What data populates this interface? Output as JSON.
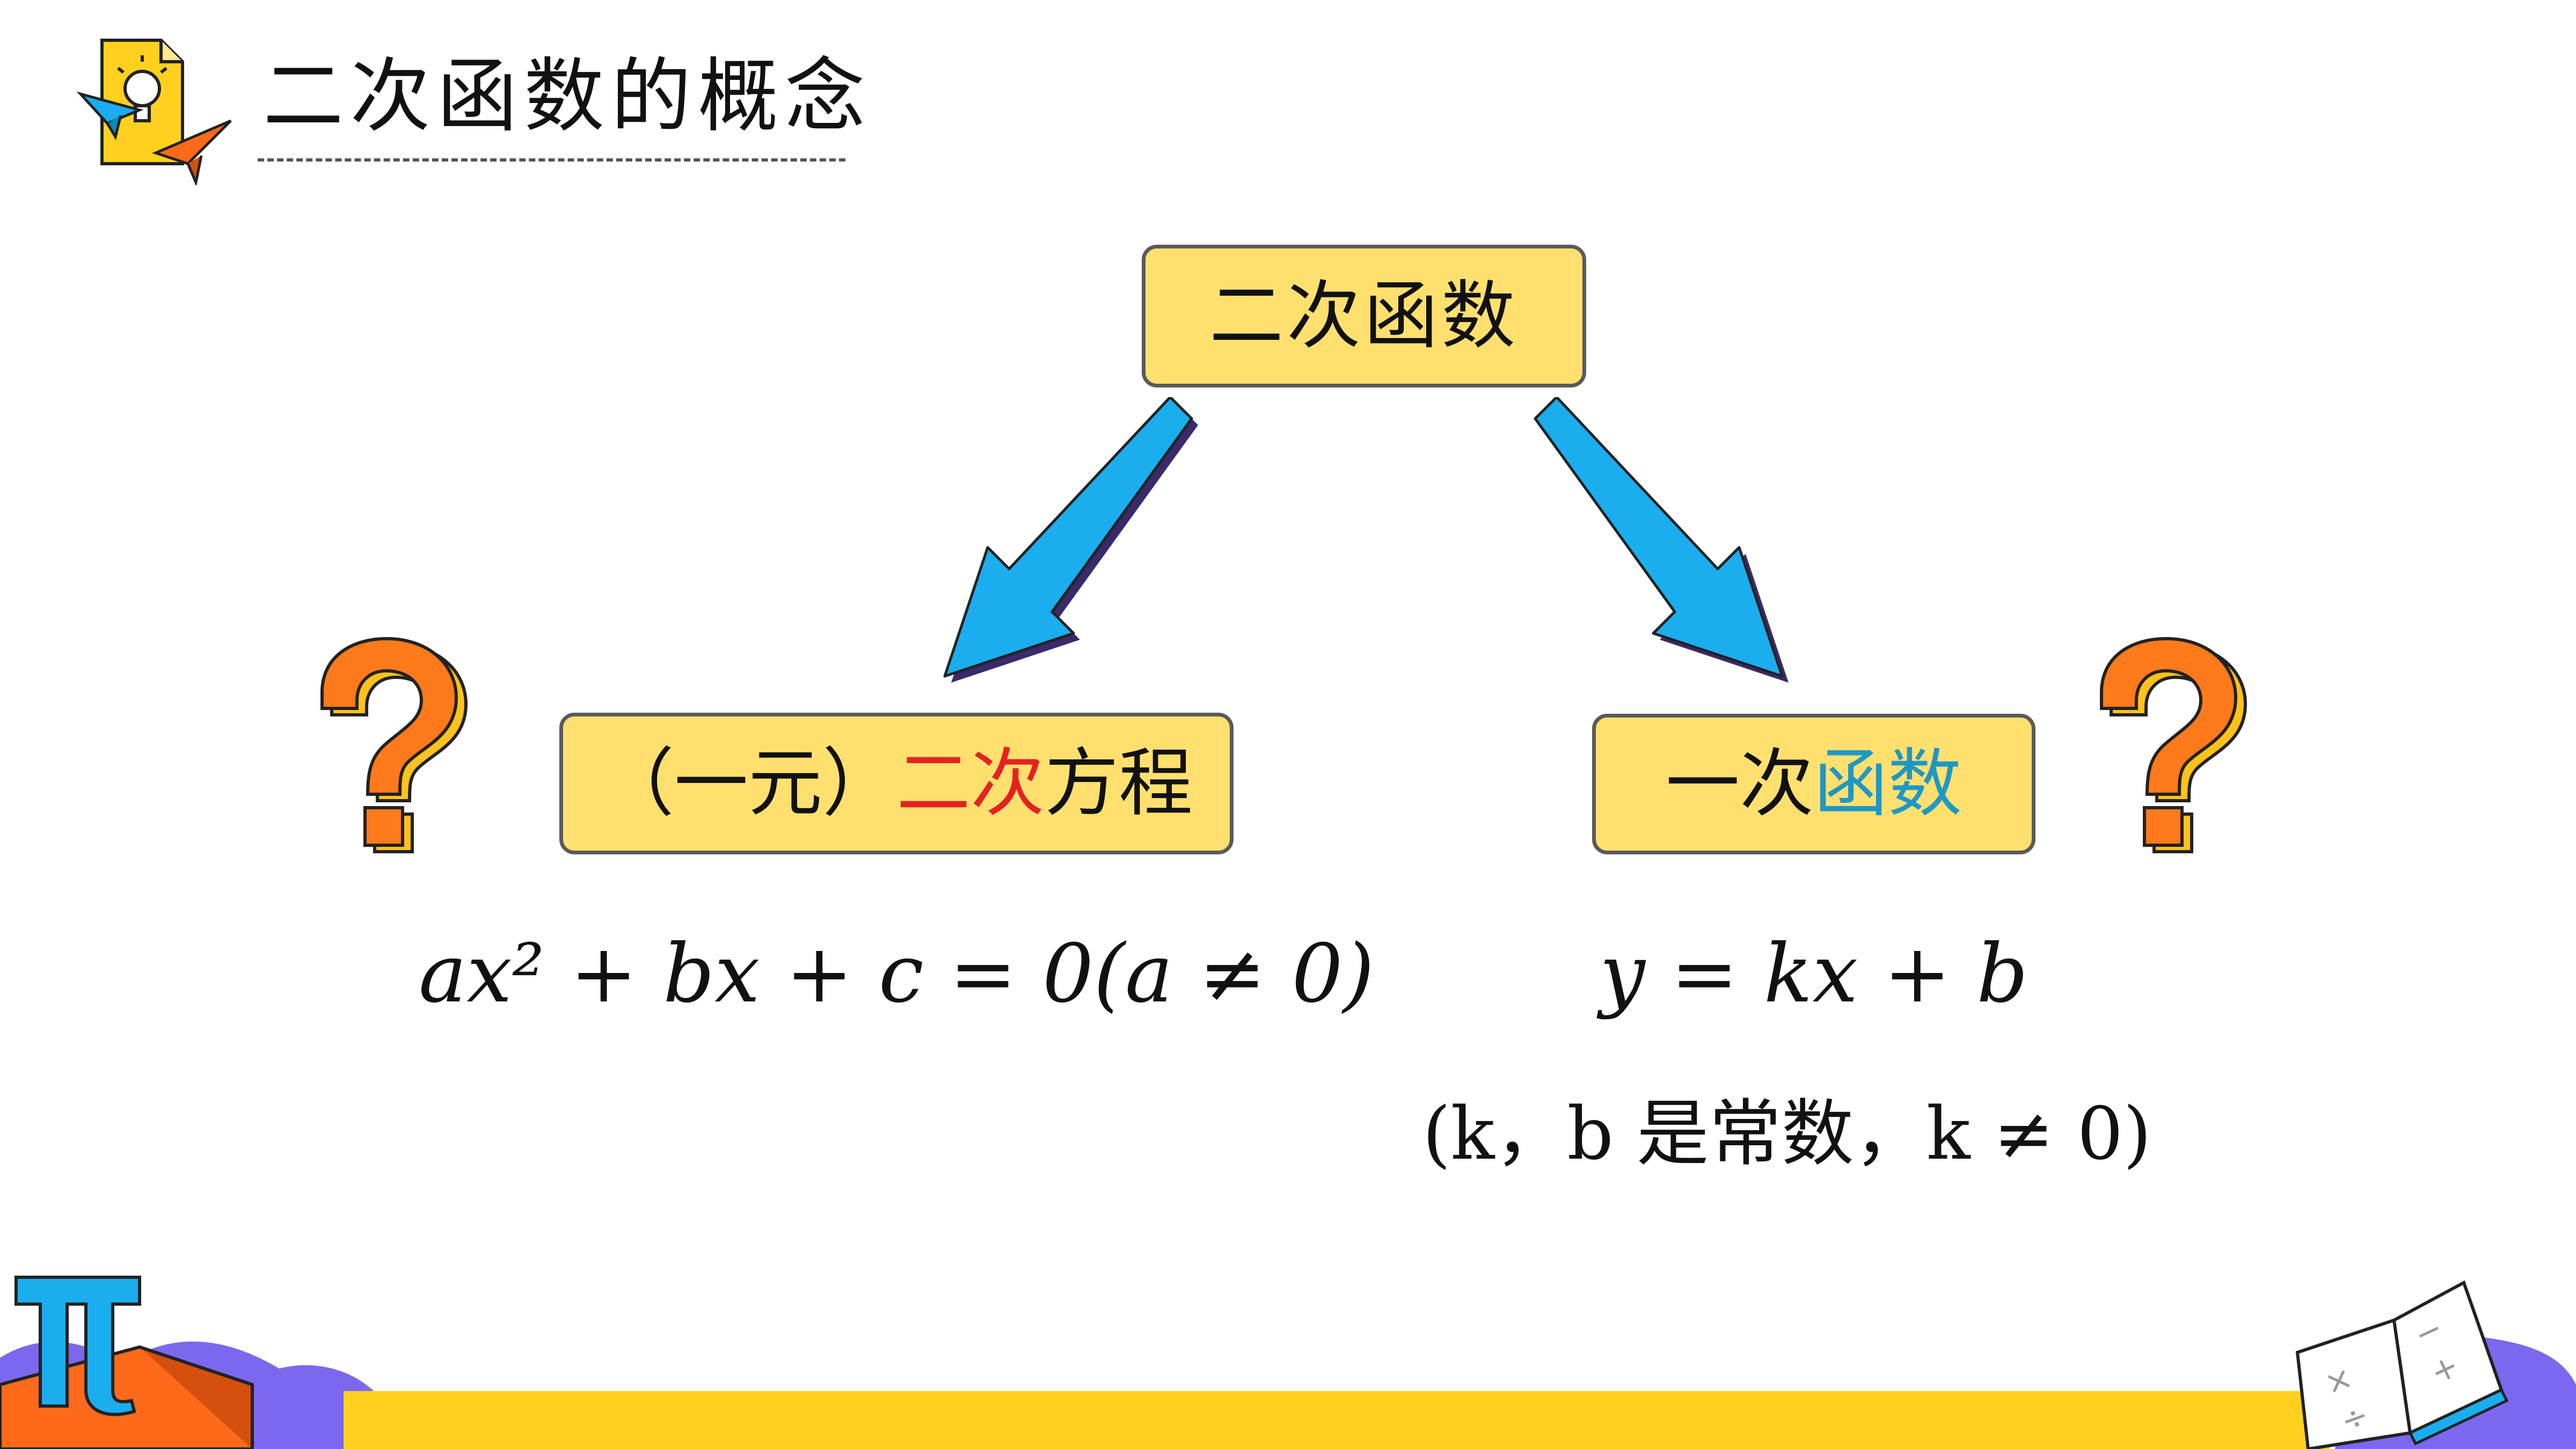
{
  "header": {
    "title": "二次函数的概念"
  },
  "diagram": {
    "top_box": "二次函数",
    "left_box": {
      "prefix": "（一元）",
      "highlight": "二次",
      "suffix": "方程"
    },
    "right_box": {
      "prefix": "一次",
      "highlight": "函数"
    }
  },
  "formulas": {
    "left": "ax² + bx + c = 0(a ≠ 0)",
    "right": "y = kx + b",
    "note": "(k，b 是常数，k ≠ 0)"
  },
  "colors": {
    "box_fill": "#FFE06E",
    "arrow": "#1AAEEF",
    "question_mark": "#FF7A1A",
    "highlight_red": "#E52222",
    "highlight_teal": "#1F97C5",
    "footer_band": "#FFD11E",
    "footer_purple": "#7B68EE"
  }
}
